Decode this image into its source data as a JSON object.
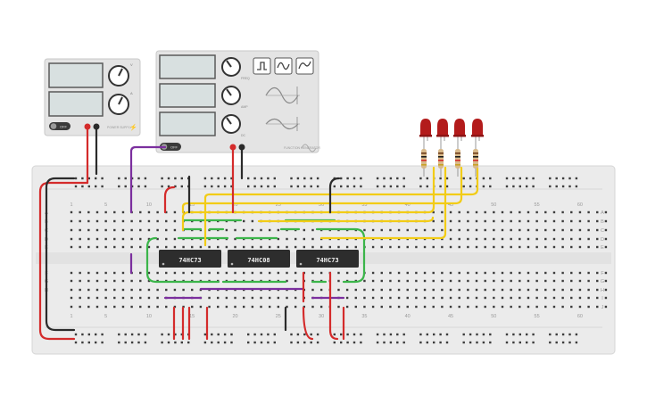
{
  "power_supply": {
    "voltage_label": "V",
    "current_label": "A",
    "off_label": "OFF",
    "brand_label": "POWER SUPPLY"
  },
  "function_generator": {
    "frequency_label": "FREQ",
    "amplitude_label": "AMP",
    "dc_offset_label": "DC",
    "off_label": "OFF",
    "brand_label": "FUNCTION GENERATOR"
  },
  "chips": [
    {
      "label": "74HC73"
    },
    {
      "label": "74HC08"
    },
    {
      "label": "74HC73"
    }
  ],
  "breadboard": {
    "column_numbers": [
      "1",
      "5",
      "10",
      "15",
      "20",
      "25",
      "30",
      "35",
      "40",
      "45",
      "50",
      "55",
      "60"
    ],
    "top_rows": [
      "A",
      "B",
      "C",
      "D",
      "E"
    ],
    "bottom_rows": [
      "F",
      "G",
      "H",
      "I",
      "J"
    ]
  },
  "leds": {
    "count": 4,
    "color": "#b31b1b"
  },
  "colors": {
    "wire_red": "#d42b2b",
    "wire_black": "#2b2b2b",
    "wire_purple": "#7b2f9e",
    "wire_yellow": "#f2cc16",
    "wire_green": "#3bb54a",
    "breadboard": "#ebebeb",
    "chip": "#2d2d2d"
  }
}
